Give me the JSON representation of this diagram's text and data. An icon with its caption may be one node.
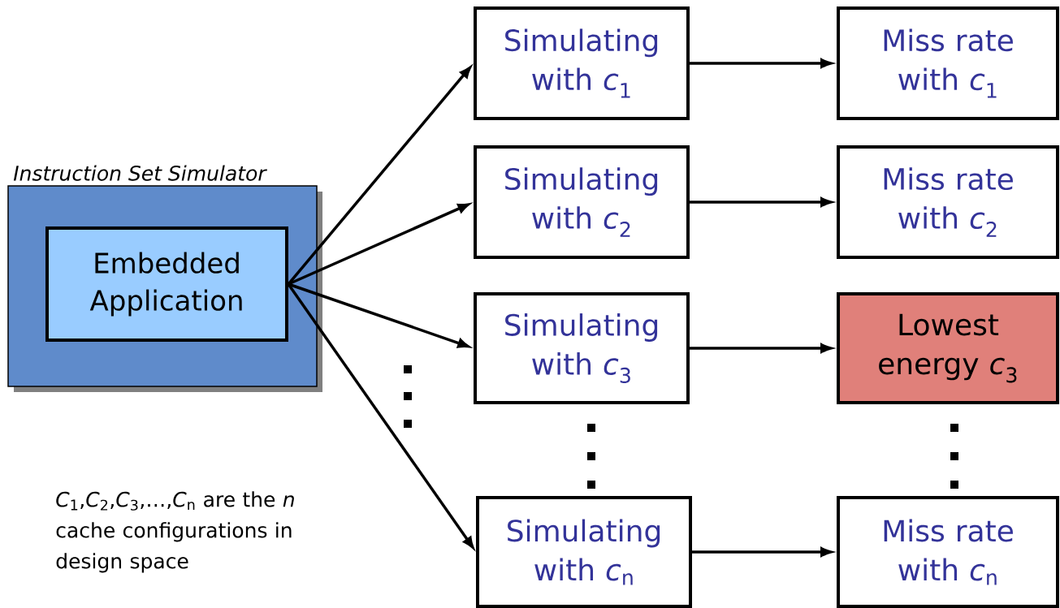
{
  "diagram": {
    "nodes": [
      {
        "text": [
          "Instruction Set Simulator"
        ]
      },
      {
        "text": [
          "Embedded Application"
        ],
        "in": 0
      },
      {
        "text": [
          "Simulating with *c*$_{1}$"
        ]
      },
      {
        "text": [
          "Simulating with *c*$_{2}$"
        ]
      },
      {
        "text": [
          "Simulating with *c*$_{3}$"
        ]
      },
      {
        "text": [
          "Simulating with *c*$_{n}$"
        ]
      },
      {
        "text": [
          "Miss rate with *c*$_{1}$"
        ]
      },
      {
        "text": [
          "Miss rate with *c*$_{2}$"
        ]
      },
      {
        "text": [
          "Lowest energy *c*$_{3}$"
        ]
      },
      {
        "text": [
          "Miss rate with *c*$_{n}$"
        ]
      }
    ],
    "edges": [
      {
        "from": 1,
        "to": 2,
        "arrow": "to"
      },
      {
        "from": 1,
        "to": 3,
        "arrow": "to"
      },
      {
        "from": 1,
        "to": 4,
        "arrow": "to"
      },
      {
        "from": 1,
        "to": 5,
        "arrow": "to"
      },
      {
        "from": 2,
        "to": 6,
        "arrow": "to"
      },
      {
        "from": 3,
        "to": 7,
        "arrow": "to"
      },
      {
        "from": 4,
        "to": 8,
        "arrow": "to"
      },
      {
        "from": 5,
        "to": 9,
        "arrow": "to"
      }
    ],
    "labels": [
      "*C*$_{1}$,*C*$_{2}$,*C*$_{3}$,…,*C*$_{n}$ are the *n* cache configurations in design space"
    ]
  }
}
